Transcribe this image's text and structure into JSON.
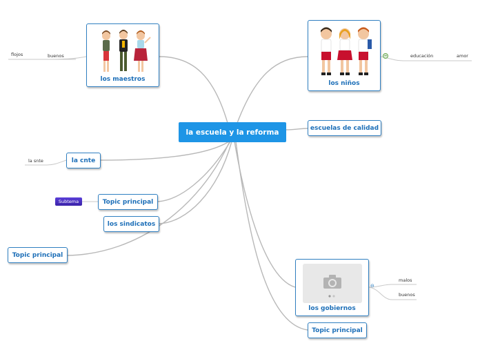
{
  "central": {
    "label": "la escuela y la reforma"
  },
  "topics": {
    "maestros": {
      "label": "los maestros"
    },
    "ninos": {
      "label": "los niños"
    },
    "escuelas": {
      "label": "escuelas de calidad"
    },
    "cnte": {
      "label": "la cnte"
    },
    "topic1": {
      "label": "Topic principal"
    },
    "sindicatos": {
      "label": "los sindicatos"
    },
    "topic2": {
      "label": "Topic principal"
    },
    "gobiernos": {
      "label": "los gobiernos"
    },
    "topic3": {
      "label": "Topic principal"
    }
  },
  "subtopics": {
    "flojos": "flojos",
    "buenos_maestros": "buenos",
    "educacion": "educación",
    "amor": "amor",
    "la_snte": "la snte",
    "subtema": "Subtema",
    "malos": "malos",
    "buenos_gobiernos": "buenos"
  },
  "colors": {
    "central_fill": "#1e95e6",
    "topic_border": "#2f7fc1",
    "topic_text": "#1d6fb8",
    "connector": "#b8b8b8",
    "subtema_fill": "#4a2fc4"
  }
}
